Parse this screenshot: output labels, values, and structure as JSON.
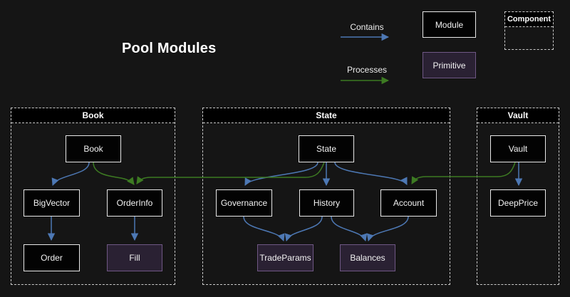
{
  "title": "Pool Modules",
  "legend": {
    "contains": "Contains",
    "processes": "Processes",
    "module": "Module",
    "primitive": "Primitive",
    "component": "Component"
  },
  "colors": {
    "background": "#151515",
    "contains_arrow": "#4d78b4",
    "processes_arrow": "#3d7b22",
    "module_fill": "#030303",
    "module_border": "#e8e8e8",
    "primitive_fill": "#2a2133",
    "primitive_border": "#6f5784",
    "cluster_border": "#c9c9c9",
    "cluster_header_fill": "#000000",
    "text": "#f2f2f2"
  },
  "clusters": [
    {
      "label": "Book",
      "nodes": [
        {
          "label": "Book",
          "kind": "module"
        },
        {
          "label": "BigVector",
          "kind": "module"
        },
        {
          "label": "OrderInfo",
          "kind": "module"
        },
        {
          "label": "Order",
          "kind": "module"
        },
        {
          "label": "Fill",
          "kind": "primitive"
        }
      ]
    },
    {
      "label": "State",
      "nodes": [
        {
          "label": "State",
          "kind": "module"
        },
        {
          "label": "Governance",
          "kind": "module"
        },
        {
          "label": "History",
          "kind": "module"
        },
        {
          "label": "Account",
          "kind": "module"
        },
        {
          "label": "TradeParams",
          "kind": "primitive"
        },
        {
          "label": "Balances",
          "kind": "primitive"
        }
      ]
    },
    {
      "label": "Vault",
      "nodes": [
        {
          "label": "Vault",
          "kind": "module"
        },
        {
          "label": "DeepPrice",
          "kind": "module"
        }
      ]
    }
  ],
  "edges": [
    {
      "from": "Book",
      "to": "BigVector",
      "type": "contains"
    },
    {
      "from": "Book",
      "to": "OrderInfo",
      "type": "processes"
    },
    {
      "from": "State",
      "to": "OrderInfo",
      "type": "processes"
    },
    {
      "from": "BigVector",
      "to": "Order",
      "type": "contains"
    },
    {
      "from": "OrderInfo",
      "to": "Fill",
      "type": "contains"
    },
    {
      "from": "State",
      "to": "Governance",
      "type": "contains"
    },
    {
      "from": "State",
      "to": "History",
      "type": "contains"
    },
    {
      "from": "State",
      "to": "Account",
      "type": "contains"
    },
    {
      "from": "Governance",
      "to": "TradeParams",
      "type": "contains"
    },
    {
      "from": "History",
      "to": "TradeParams",
      "type": "contains"
    },
    {
      "from": "History",
      "to": "Balances",
      "type": "contains"
    },
    {
      "from": "Account",
      "to": "Balances",
      "type": "contains"
    },
    {
      "from": "Vault",
      "to": "DeepPrice",
      "type": "contains"
    },
    {
      "from": "Vault",
      "to": "Account",
      "type": "processes"
    }
  ]
}
